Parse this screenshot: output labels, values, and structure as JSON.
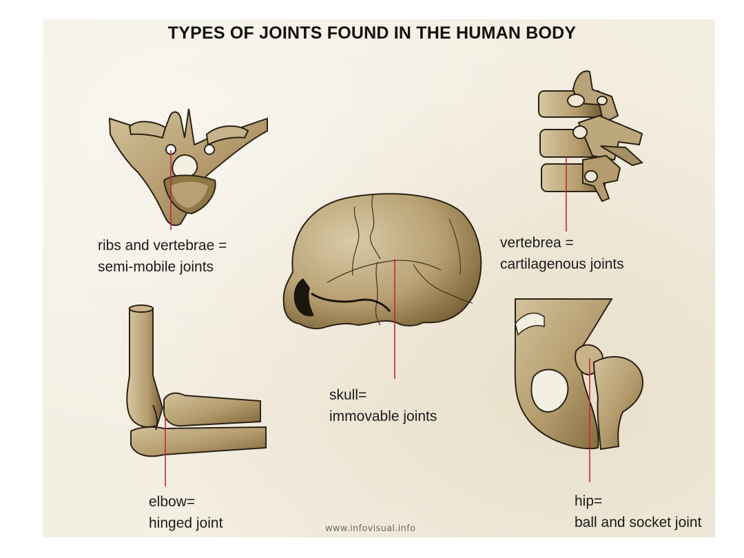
{
  "title": "TYPES OF JOINTS FOUND IN THE HUMAN BODY",
  "labels": {
    "ribs": {
      "line1": "ribs and vertebrae =",
      "line2": "semi-mobile joints"
    },
    "vertebrea": {
      "line1": "vertebrea =",
      "line2": "cartilagenous joints"
    },
    "skull": {
      "line1": "skull=",
      "line2": "immovable joints"
    },
    "elbow": {
      "line1": "elbow=",
      "line2": "hinged joint"
    },
    "hip": {
      "line1": "hip=",
      "line2": "ball and socket joint"
    }
  },
  "credit": "www.infovisual.info",
  "colors": {
    "background": "#f4efe3",
    "bone": "#b8a278",
    "bone_shadow": "#6e5a33",
    "outline": "#2a2114",
    "pointer": "#c0283a"
  }
}
